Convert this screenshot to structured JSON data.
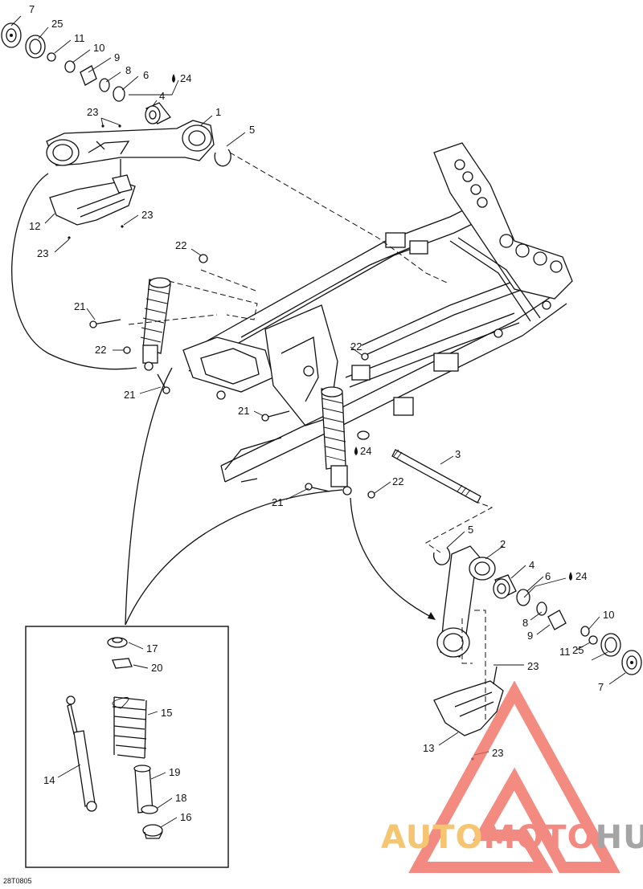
{
  "figure_code": "28T0805",
  "callouts": [
    {
      "id": "c7a",
      "text": "7"
    },
    {
      "id": "c25a",
      "text": "25"
    },
    {
      "id": "c11a",
      "text": "11"
    },
    {
      "id": "c10a",
      "text": "10"
    },
    {
      "id": "c9a",
      "text": "9"
    },
    {
      "id": "c8a",
      "text": "8"
    },
    {
      "id": "c6a",
      "text": "6"
    },
    {
      "id": "c24a",
      "text": "24"
    },
    {
      "id": "c4a",
      "text": "4"
    },
    {
      "id": "c1",
      "text": "1"
    },
    {
      "id": "c5a",
      "text": "5"
    },
    {
      "id": "c23a",
      "text": "23"
    },
    {
      "id": "c23b",
      "text": "23"
    },
    {
      "id": "c12",
      "text": "12"
    },
    {
      "id": "c23c",
      "text": "23"
    },
    {
      "id": "c22a",
      "text": "22"
    },
    {
      "id": "c21a",
      "text": "21"
    },
    {
      "id": "c22b",
      "text": "22"
    },
    {
      "id": "c21b",
      "text": "21"
    },
    {
      "id": "c22c",
      "text": "22"
    },
    {
      "id": "c21c",
      "text": "21"
    },
    {
      "id": "c24b",
      "text": "24"
    },
    {
      "id": "c3",
      "text": "3"
    },
    {
      "id": "c21d",
      "text": "21"
    },
    {
      "id": "c22d",
      "text": "22"
    },
    {
      "id": "c5b",
      "text": "5"
    },
    {
      "id": "c2",
      "text": "2"
    },
    {
      "id": "c4b",
      "text": "4"
    },
    {
      "id": "c6b",
      "text": "6"
    },
    {
      "id": "c24c",
      "text": "24"
    },
    {
      "id": "c8b",
      "text": "8"
    },
    {
      "id": "c9b",
      "text": "9"
    },
    {
      "id": "c10b",
      "text": "10"
    },
    {
      "id": "c11b",
      "text": "11"
    },
    {
      "id": "c25b",
      "text": "25"
    },
    {
      "id": "c7b",
      "text": "7"
    },
    {
      "id": "c23d",
      "text": "23"
    },
    {
      "id": "c13",
      "text": "13"
    },
    {
      "id": "c23e",
      "text": "23"
    },
    {
      "id": "c17",
      "text": "17"
    },
    {
      "id": "c20",
      "text": "20"
    },
    {
      "id": "c15",
      "text": "15"
    },
    {
      "id": "c14",
      "text": "14"
    },
    {
      "id": "c19",
      "text": "19"
    },
    {
      "id": "c18",
      "text": "18"
    },
    {
      "id": "c16",
      "text": "16"
    }
  ],
  "watermark": {
    "part1": "AUTO",
    "part2": "MOTO",
    "part3": "HUB",
    "color_auto": "#f3b64a",
    "color_moto": "#f06a5e",
    "color_hub": "#8c8c8c"
  }
}
